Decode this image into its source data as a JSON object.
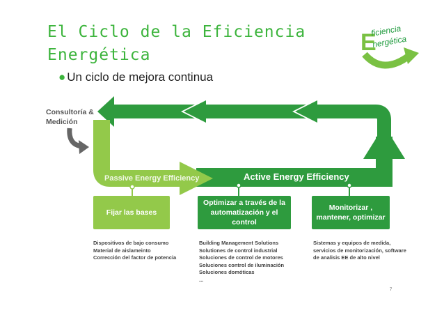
{
  "slide": {
    "title": "El Ciclo de la Eficiencia\nEnergética",
    "subtitle_bullet": "●",
    "subtitle": "Un ciclo de mejora continua",
    "page_number": "7"
  },
  "logo": {
    "line1": "ficiencia",
    "line2": "nergética",
    "letter": "E"
  },
  "consulting_label": "Consultoría & Medición",
  "bands": {
    "passive": "Passive Energy Efficiency",
    "active": "Active Energy Efficiency"
  },
  "boxes": [
    {
      "label": "Fijar las bases",
      "items": [
        "Dispositivos de bajo consumo",
        "Material de aislameinto",
        "Corrección del factor de potencia"
      ]
    },
    {
      "label": "Optimizar a través de la automatización y el control",
      "items": [
        "Building Management Solutions",
        "Solutiones de control industrial",
        "Soluciones de control de motores",
        "Soluciones control de iluminación",
        "Soluciones domóticas",
        "..."
      ]
    },
    {
      "label": "Monitorizar , mantener, optimizar",
      "items": [
        "Sistemas y equipos de medida, servicios de monitorización, software de analisis EE de alto nivel"
      ]
    }
  ],
  "colors": {
    "dark_green": "#2e9b3e",
    "light_green": "#93c94a",
    "title_green": "#3cb43c"
  }
}
